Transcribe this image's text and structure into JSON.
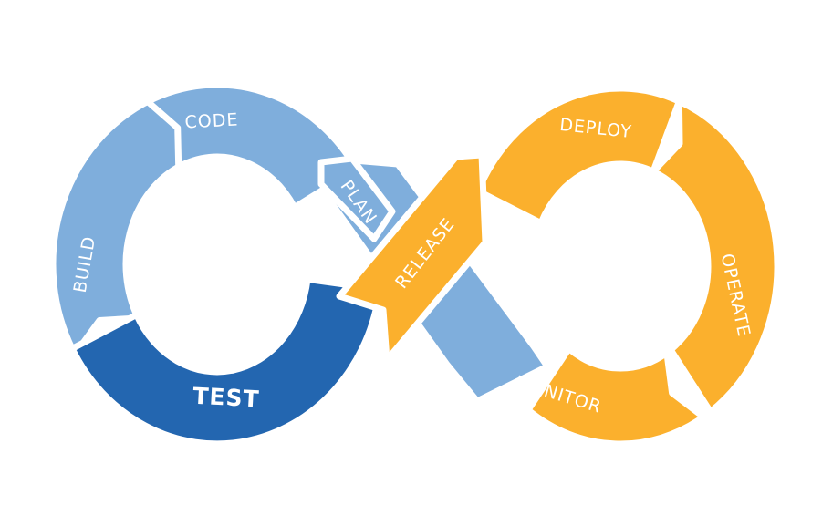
{
  "title": "DevOps Lifecycle",
  "colors": {
    "light_blue": "#7FAEDC",
    "dark_blue": "#2366B0",
    "orange": "#FBB02D",
    "label": "#FFFFFF",
    "background": "#FFFFFF"
  },
  "stages": [
    {
      "id": "plan",
      "label": "PLAN",
      "loop": "dev",
      "color": "light_blue"
    },
    {
      "id": "code",
      "label": "CODE",
      "loop": "dev",
      "color": "light_blue"
    },
    {
      "id": "build",
      "label": "BUILD",
      "loop": "dev",
      "color": "light_blue"
    },
    {
      "id": "test",
      "label": "TEST",
      "loop": "dev",
      "color": "dark_blue",
      "emphasis": true
    },
    {
      "id": "release",
      "label": "RELEASE",
      "loop": "ops",
      "color": "orange"
    },
    {
      "id": "deploy",
      "label": "DEPLOY",
      "loop": "ops",
      "color": "orange"
    },
    {
      "id": "operate",
      "label": "OPERATE",
      "loop": "ops",
      "color": "orange"
    },
    {
      "id": "monitor",
      "label": "MONITOR",
      "loop": "ops",
      "color": "orange"
    }
  ]
}
